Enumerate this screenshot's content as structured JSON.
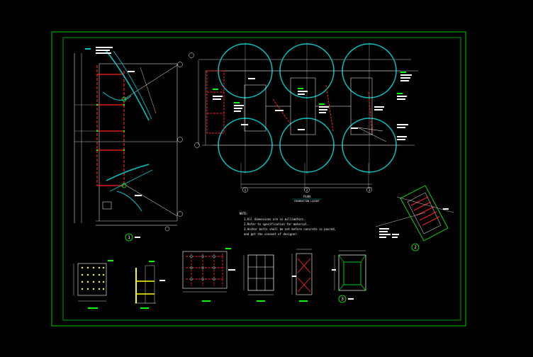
{
  "drawing": {
    "colors": {
      "background": "#000000",
      "frame": "#00c800",
      "tank_circle": "#00c8c8",
      "grid": "#ffffff",
      "steel_red": "#ff2020",
      "bolt_yellow": "#ffff00",
      "annotation_green": "#00ff00"
    },
    "notes": {
      "heading": "NOTE:",
      "line1": "1.All dimensions are in millimeters.",
      "line2": "2.Refer to specification for material.",
      "line3": "3.Anchor bolts shall be set before concrete is poured,",
      "line4": "  and got the consent of designer."
    },
    "plan_title": "PLAN",
    "plan_subtitle": "FOUNDATION LAYOUT",
    "grid_axes": [
      "1",
      "2",
      "3"
    ],
    "detail_markers": [
      "1",
      "2",
      "3"
    ]
  }
}
